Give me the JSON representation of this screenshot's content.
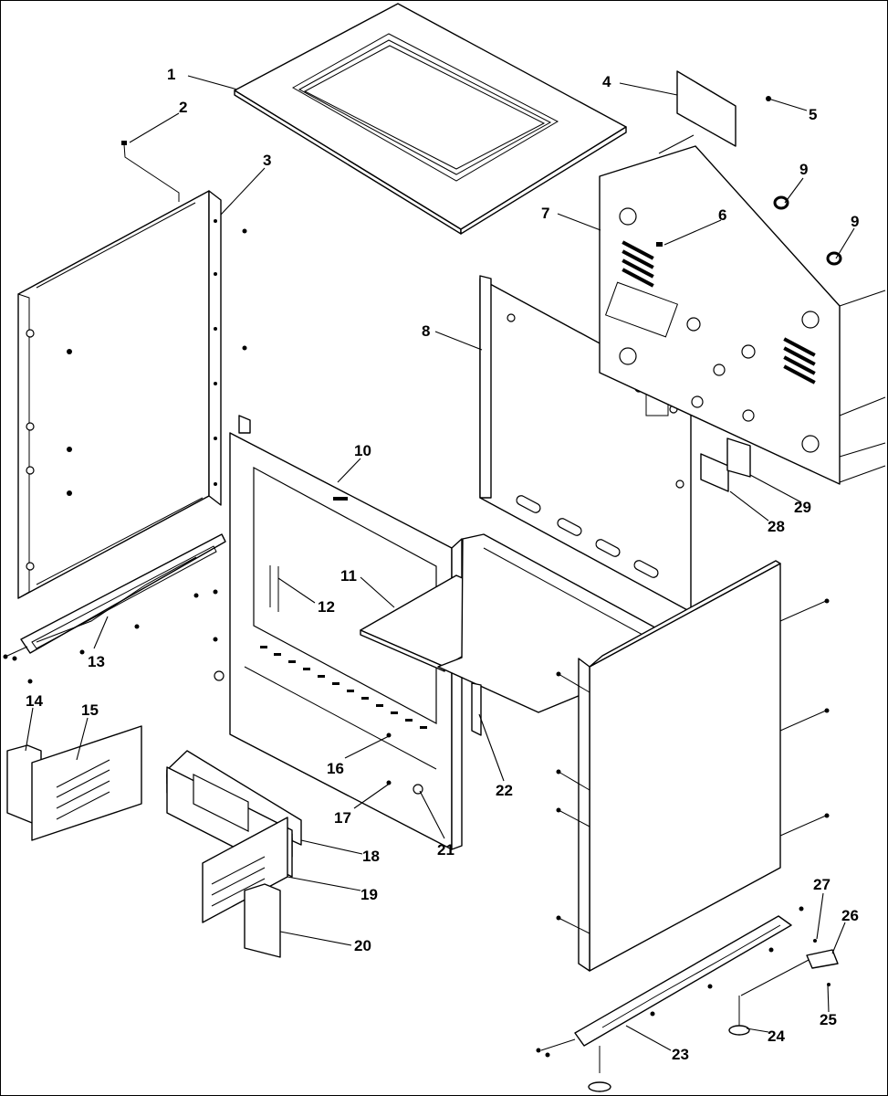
{
  "callouts": [
    {
      "id": "c1",
      "text": "1"
    },
    {
      "id": "c2",
      "text": "2"
    },
    {
      "id": "c3",
      "text": "3"
    },
    {
      "id": "c4",
      "text": "4"
    },
    {
      "id": "c5",
      "text": "5"
    },
    {
      "id": "c6",
      "text": "6"
    },
    {
      "id": "c7",
      "text": "7"
    },
    {
      "id": "c8",
      "text": "8"
    },
    {
      "id": "c9a",
      "text": "9"
    },
    {
      "id": "c9b",
      "text": "9"
    },
    {
      "id": "c10",
      "text": "10"
    },
    {
      "id": "c11",
      "text": "11"
    },
    {
      "id": "c12",
      "text": "12"
    },
    {
      "id": "c13",
      "text": "13"
    },
    {
      "id": "c14",
      "text": "14"
    },
    {
      "id": "c15",
      "text": "15"
    },
    {
      "id": "c16",
      "text": "16"
    },
    {
      "id": "c17",
      "text": "17"
    },
    {
      "id": "c18",
      "text": "18"
    },
    {
      "id": "c19",
      "text": "19"
    },
    {
      "id": "c20",
      "text": "20"
    },
    {
      "id": "c21",
      "text": "21"
    },
    {
      "id": "c22",
      "text": "22"
    },
    {
      "id": "c23",
      "text": "23"
    },
    {
      "id": "c24",
      "text": "24"
    },
    {
      "id": "c25",
      "text": "25"
    },
    {
      "id": "c26",
      "text": "26"
    },
    {
      "id": "c27",
      "text": "27"
    },
    {
      "id": "c28",
      "text": "28"
    },
    {
      "id": "c29",
      "text": "29"
    }
  ]
}
